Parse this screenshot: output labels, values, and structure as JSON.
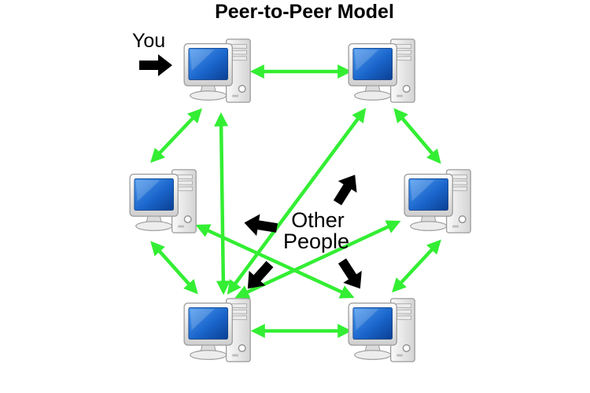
{
  "title": "Peer-to-Peer Model",
  "you_label": "You",
  "others_label": {
    "line1": "Other",
    "line2": "People"
  },
  "colors": {
    "connection": "#33ee33",
    "arrow": "#000000",
    "screen": "#1a66cc",
    "case": "#eeeeee"
  },
  "nodes": [
    "you",
    "top-right",
    "middle-left",
    "middle-right",
    "bottom-left",
    "bottom-right"
  ],
  "connections": [
    [
      "you",
      "top-right"
    ],
    [
      "you",
      "middle-left"
    ],
    [
      "you",
      "bottom-left"
    ],
    [
      "top-right",
      "middle-right"
    ],
    [
      "top-right",
      "bottom-left"
    ],
    [
      "middle-left",
      "bottom-left"
    ],
    [
      "middle-left",
      "bottom-right"
    ],
    [
      "middle-right",
      "bottom-left"
    ],
    [
      "middle-right",
      "bottom-right"
    ],
    [
      "bottom-left",
      "bottom-right"
    ]
  ],
  "icons": {
    "computer": "desktop-computer-icon",
    "pointer": "black-arrow-icon"
  }
}
